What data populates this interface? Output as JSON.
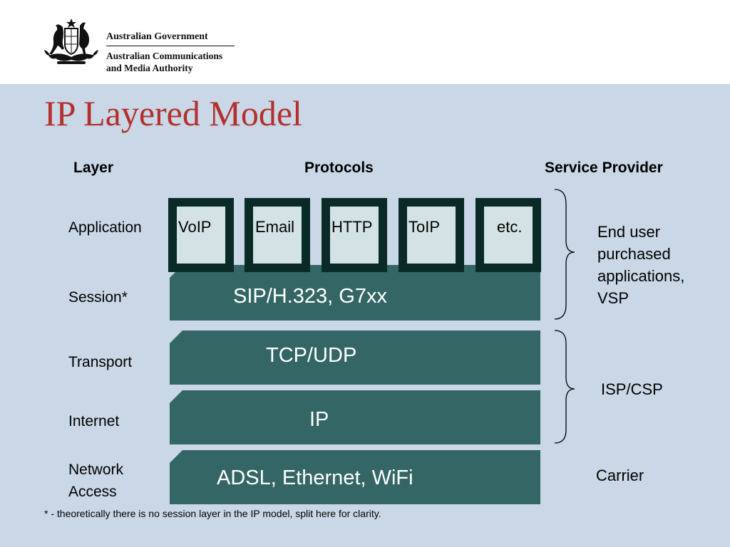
{
  "header": {
    "crest_icon": "coat-of-arms-icon",
    "government": "Australian Government",
    "agency_lines": [
      "Australian Communications",
      "and Media Authority"
    ]
  },
  "title": "IP Layered Model",
  "columns": {
    "layer": "Layer",
    "protocols": "Protocols",
    "provider": "Service Provider"
  },
  "layers": {
    "application": [
      "Application"
    ],
    "session": [
      "Session*"
    ],
    "transport": [
      "Transport"
    ],
    "internet": [
      "Internet"
    ],
    "network_access": [
      "Network",
      "Access"
    ]
  },
  "applications": [
    "VoIP",
    "Email",
    "HTTP",
    "ToIP",
    "etc."
  ],
  "protocols": {
    "session": "SIP/H.323, G7xx",
    "transport": "TCP/UDP",
    "internet": "IP",
    "network_access": "ADSL, Ethernet, WiFi"
  },
  "providers": {
    "application_session": [
      "End user",
      "purchased",
      "applications,",
      "VSP"
    ],
    "transport_internet": [
      "ISP/CSP"
    ],
    "network_access": [
      "Carrier"
    ]
  },
  "footnote": "* - theoretically there is no session layer in the IP model, split here for clarity.",
  "colors": {
    "title": "#b3302d",
    "layer_bar": "#336664",
    "app_box_frame": "#0a2a27",
    "app_box_fill": "#d3e3e5",
    "background": "#c9d7e6"
  }
}
